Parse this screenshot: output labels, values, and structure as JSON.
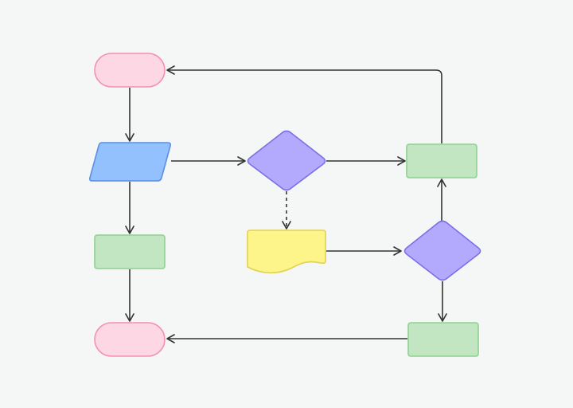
{
  "diagram": {
    "type": "flowchart",
    "background": "#f5f7f7",
    "nodes": [
      {
        "id": "start",
        "shape": "terminator",
        "text": "",
        "fill": "#fdd8e4",
        "stroke": "#f38fb0"
      },
      {
        "id": "input",
        "shape": "parallelogram",
        "text": "",
        "fill": "#93c1fd",
        "stroke": "#5a8fe3"
      },
      {
        "id": "decision-1",
        "shape": "diamond",
        "text": "",
        "fill": "#b3aafd",
        "stroke": "#7d6ee6"
      },
      {
        "id": "process-top-right",
        "shape": "rectangle",
        "text": "",
        "fill": "#c2e6c2",
        "stroke": "#8fd18f"
      },
      {
        "id": "document",
        "shape": "document",
        "text": "",
        "fill": "#fdf48a",
        "stroke": "#e0d24e"
      },
      {
        "id": "decision-2",
        "shape": "diamond",
        "text": "",
        "fill": "#b3aafd",
        "stroke": "#7d6ee6"
      },
      {
        "id": "process-left",
        "shape": "rectangle",
        "text": "",
        "fill": "#c2e6c2",
        "stroke": "#8fd18f"
      },
      {
        "id": "end",
        "shape": "terminator",
        "text": "",
        "fill": "#fdd8e4",
        "stroke": "#f38fb0"
      },
      {
        "id": "process-bottom-right",
        "shape": "rectangle",
        "text": "",
        "fill": "#c2e6c2",
        "stroke": "#8fd18f"
      }
    ],
    "edges": [
      {
        "from": "start",
        "to": "input",
        "style": "solid"
      },
      {
        "from": "input",
        "to": "decision-1",
        "style": "solid"
      },
      {
        "from": "input",
        "to": "process-left",
        "style": "solid"
      },
      {
        "from": "decision-1",
        "to": "process-top-right",
        "style": "solid"
      },
      {
        "from": "decision-1",
        "to": "document",
        "style": "dashed"
      },
      {
        "from": "process-top-right",
        "to": "start",
        "style": "solid"
      },
      {
        "from": "document",
        "to": "decision-2",
        "style": "solid"
      },
      {
        "from": "decision-2",
        "to": "process-top-right",
        "style": "solid"
      },
      {
        "from": "decision-2",
        "to": "process-bottom-right",
        "style": "solid"
      },
      {
        "from": "process-left",
        "to": "end",
        "style": "solid"
      },
      {
        "from": "process-bottom-right",
        "to": "end",
        "style": "solid"
      }
    ],
    "edge_color": "#333333"
  }
}
